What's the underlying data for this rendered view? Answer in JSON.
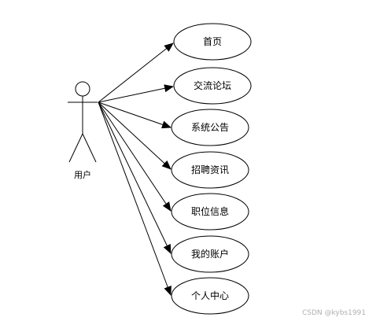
{
  "actor": {
    "label": "用户"
  },
  "use_cases": [
    {
      "label": "首页"
    },
    {
      "label": "交流论坛"
    },
    {
      "label": "系统公告"
    },
    {
      "label": "招聘资讯"
    },
    {
      "label": "职位信息"
    },
    {
      "label": "我的账户"
    },
    {
      "label": "个人中心"
    }
  ],
  "watermark": "CSDN @kybs1991",
  "colors": {
    "stroke": "#000000",
    "background": "#ffffff",
    "watermark": "#b0b0b0"
  }
}
